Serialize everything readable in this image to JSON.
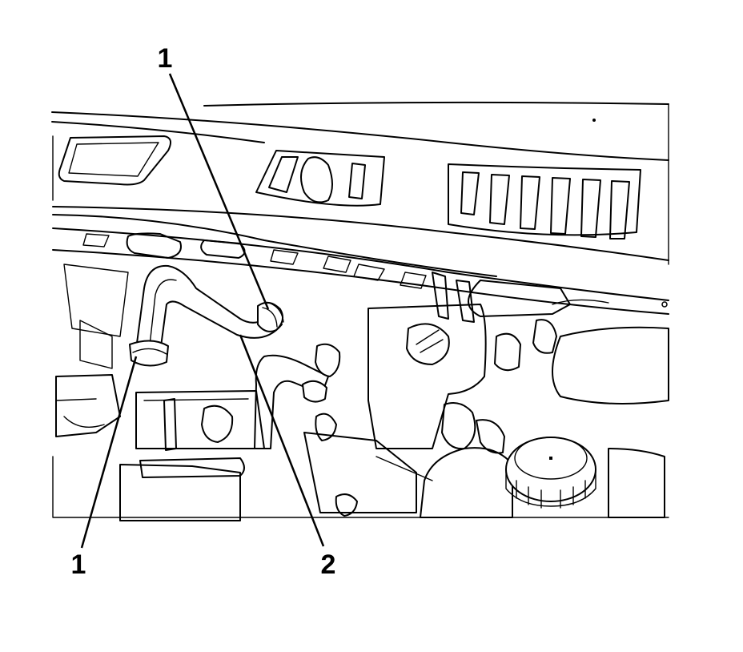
{
  "callouts": [
    {
      "id": "hose-clamp-upper",
      "label": "1"
    },
    {
      "id": "hose-clamp-lower",
      "label": "1"
    },
    {
      "id": "heater-hose",
      "label": "2"
    }
  ]
}
